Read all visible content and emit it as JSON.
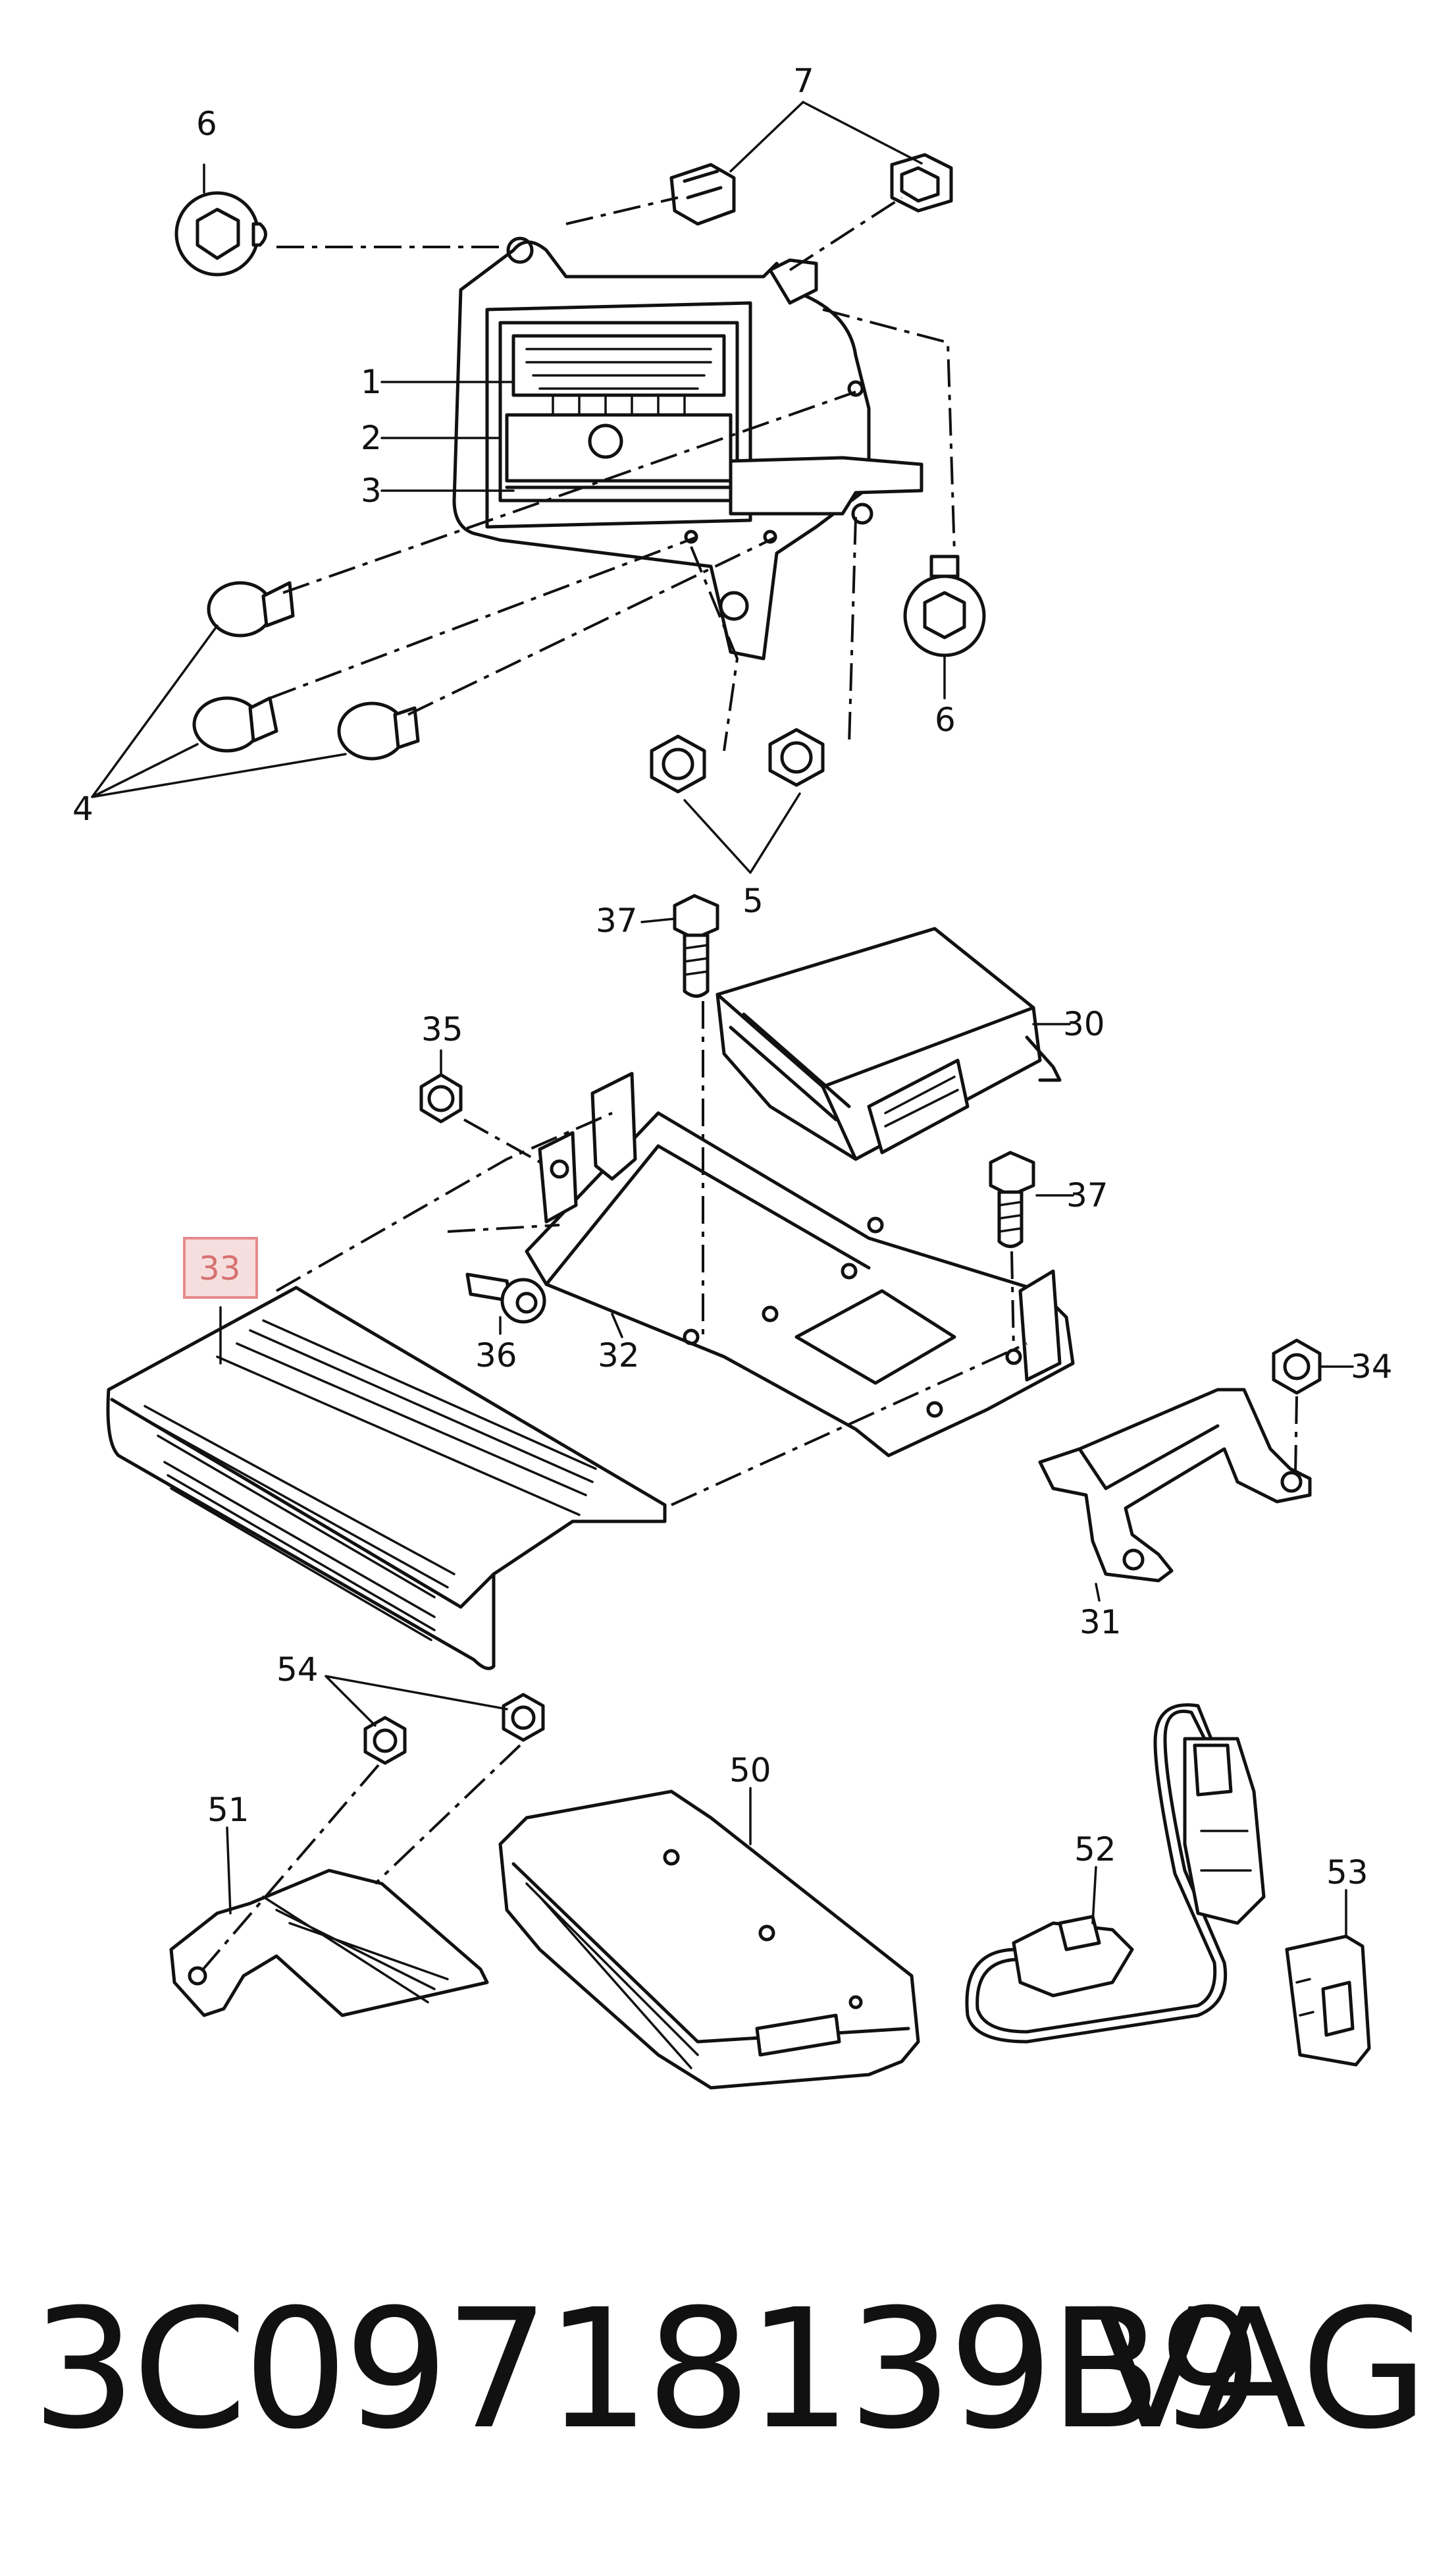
{
  "callouts": {
    "c1": "1",
    "c2": "2",
    "c3": "3",
    "c4": "4",
    "c5": "5",
    "c6a": "6",
    "c6b": "6",
    "c7": "7",
    "c30": "30",
    "c31": "31",
    "c32": "32",
    "c33": "33",
    "c34": "34",
    "c35": "35",
    "c36": "36",
    "c37a": "37",
    "c37b": "37",
    "c50": "50",
    "c51": "51",
    "c52": "52",
    "c53": "53",
    "c54": "54"
  },
  "highlighted_callout": "33",
  "footer": {
    "part_number": "3C09718139B9",
    "brand": "VAG"
  }
}
